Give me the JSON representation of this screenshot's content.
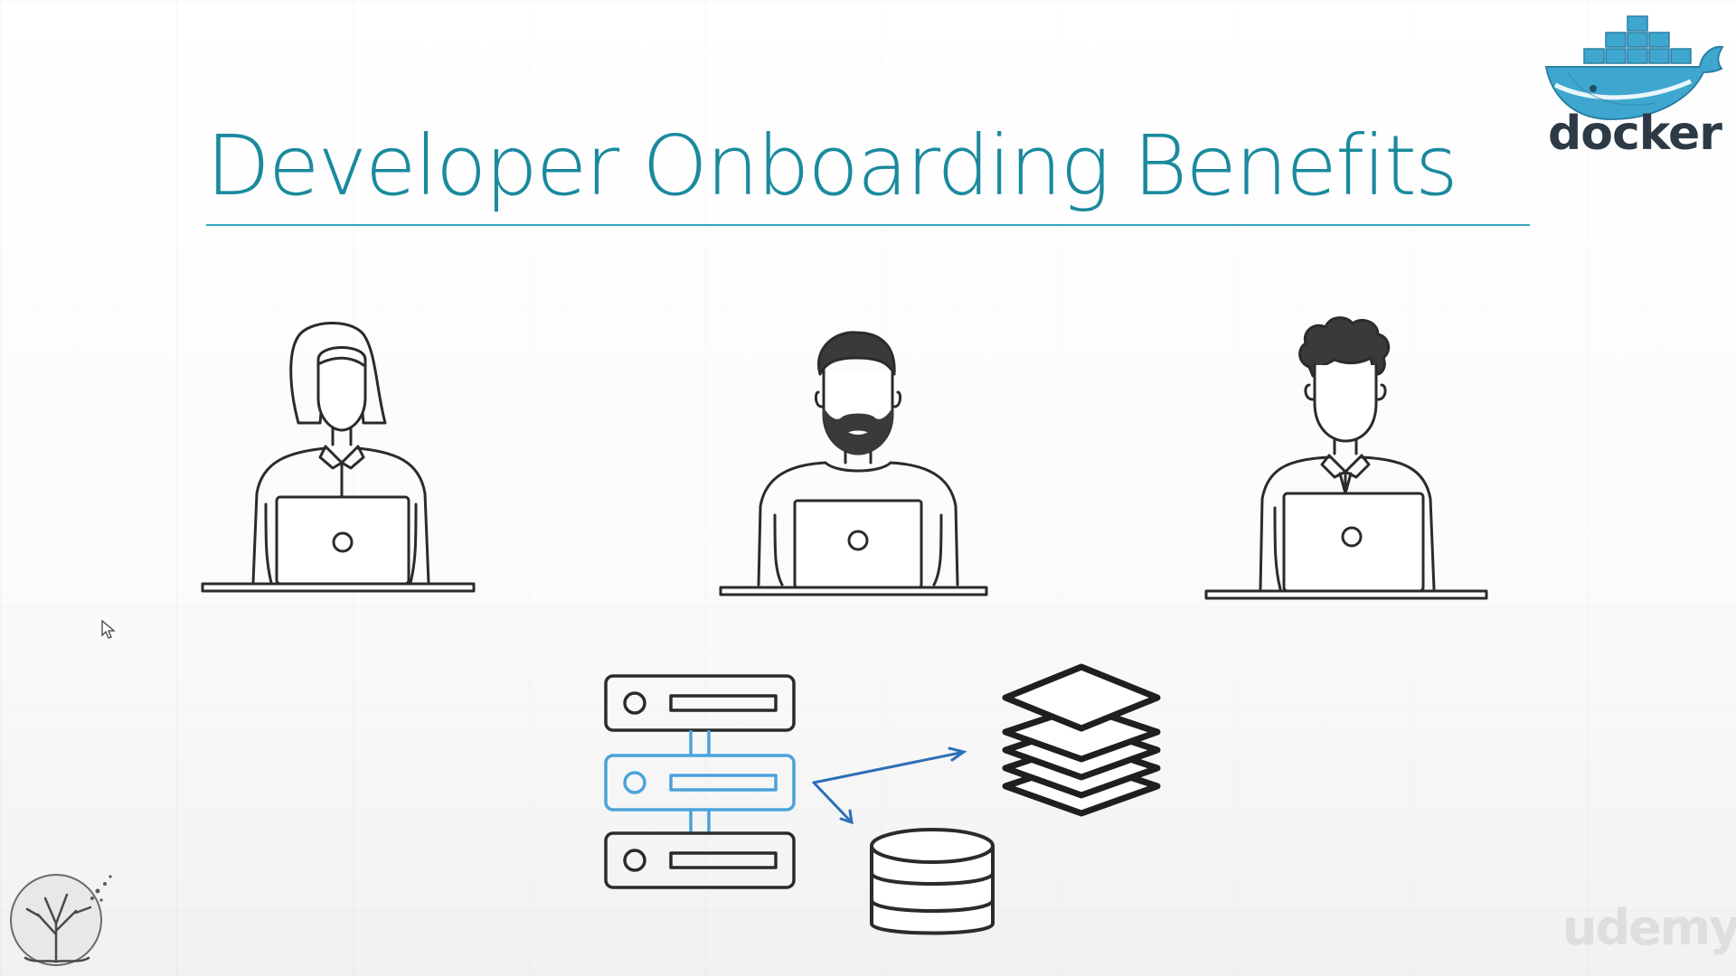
{
  "slide": {
    "title": "Developer Onboarding Benefits"
  },
  "logo": {
    "brand_text": "docker",
    "icon": "docker-whale-icon"
  },
  "developers": [
    {
      "icon": "developer-woman-laptop-icon"
    },
    {
      "icon": "developer-bearded-man-laptop-icon"
    },
    {
      "icon": "developer-curly-hair-man-laptop-icon"
    }
  ],
  "infrastructure": {
    "icons": [
      "server-stack-icon",
      "layers-stack-icon",
      "database-icon"
    ]
  },
  "watermark": {
    "text": "udemy"
  },
  "colors": {
    "title": "#1a8a9e",
    "accent": "#36a8c4",
    "line_art": "#2b2b2b",
    "docker_blue": "#2f9ec9"
  }
}
